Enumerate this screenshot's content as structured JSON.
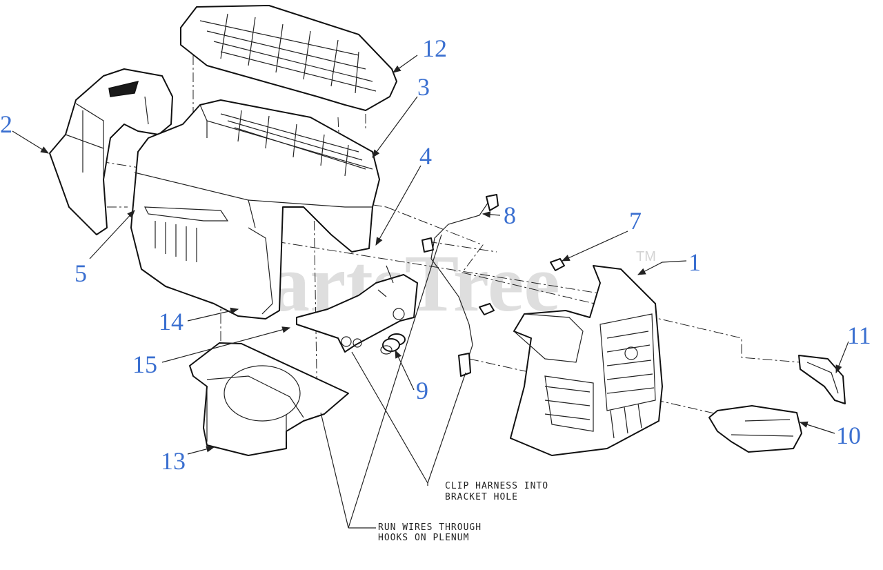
{
  "watermark": {
    "text": "PartsTree",
    "trademark": "TM"
  },
  "callouts": {
    "p1": "1",
    "p2": "2",
    "p3": "3",
    "p4": "4",
    "p5": "5",
    "p7": "7",
    "p8": "8",
    "p9": "9",
    "p10": "10",
    "p11": "11",
    "p12": "12",
    "p13": "13",
    "p14": "14",
    "p15": "15"
  },
  "notes": {
    "clip_line1": "CLIP HARNESS INTO",
    "clip_line2": "BRACKET HOLE",
    "run_line1": "RUN WIRES THROUGH",
    "run_line2": "HOOKS ON PLENUM"
  },
  "colors": {
    "callout": "#3a6fd0",
    "line": "#111111",
    "watermark": "#d3d3d3"
  }
}
